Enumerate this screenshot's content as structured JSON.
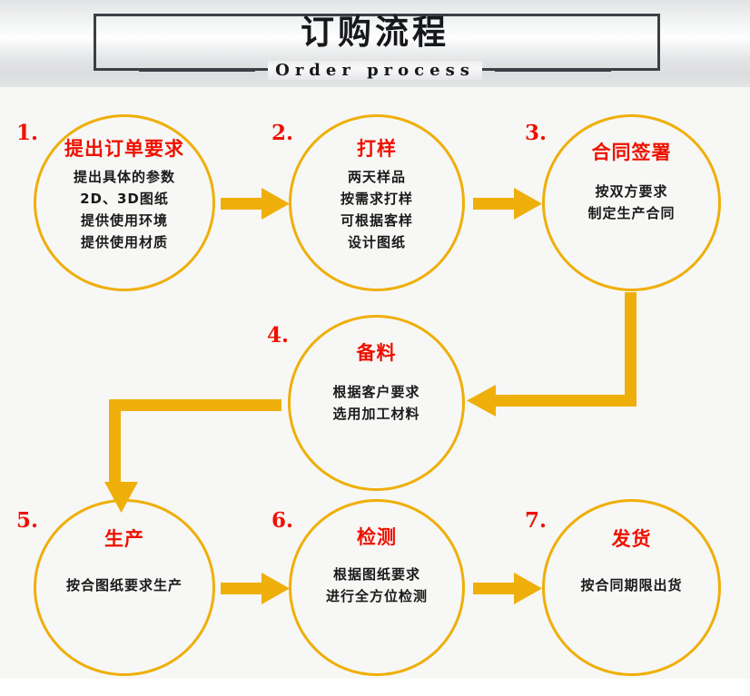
{
  "header": {
    "title": "订购流程",
    "subtitle": "Order process"
  },
  "colors": {
    "gold": "#EFAF0A",
    "red": "#EE1100",
    "text": "#1a1a1a",
    "banner_border": "#3c3f45",
    "flow_background": "#f7f7f5"
  },
  "steps": [
    {
      "number": "1.",
      "title": "提出订单要求",
      "lines": [
        "提出具体的参数",
        "2D、3D图纸",
        "提供使用环境",
        "提供使用材质"
      ]
    },
    {
      "number": "2.",
      "title": "打样",
      "lines": [
        "两天样品",
        "按需求打样",
        "可根据客样",
        "设计图纸"
      ]
    },
    {
      "number": "3.",
      "title": "合同签署",
      "lines": [
        "按双方要求",
        "制定生产合同"
      ]
    },
    {
      "number": "4.",
      "title": "备料",
      "lines": [
        "根据客户要求",
        "选用加工材料"
      ]
    },
    {
      "number": "5.",
      "title": "生产",
      "lines": [
        "按合图纸要求生产"
      ]
    },
    {
      "number": "6.",
      "title": "检测",
      "lines": [
        "根据图纸要求",
        "进行全方位检测"
      ]
    },
    {
      "number": "7.",
      "title": "发货",
      "lines": [
        "按合同期限出货"
      ]
    }
  ],
  "connectors": [
    {
      "name": "arrow-step1-to-step2",
      "type": "straight-right"
    },
    {
      "name": "arrow-step2-to-step3",
      "type": "straight-right"
    },
    {
      "name": "arrow-step3-to-step4",
      "type": "elbow-down-left"
    },
    {
      "name": "arrow-step4-to-step5",
      "type": "elbow-left-down"
    },
    {
      "name": "arrow-step5-to-step6",
      "type": "straight-right"
    },
    {
      "name": "arrow-step6-to-step7",
      "type": "straight-right"
    }
  ]
}
